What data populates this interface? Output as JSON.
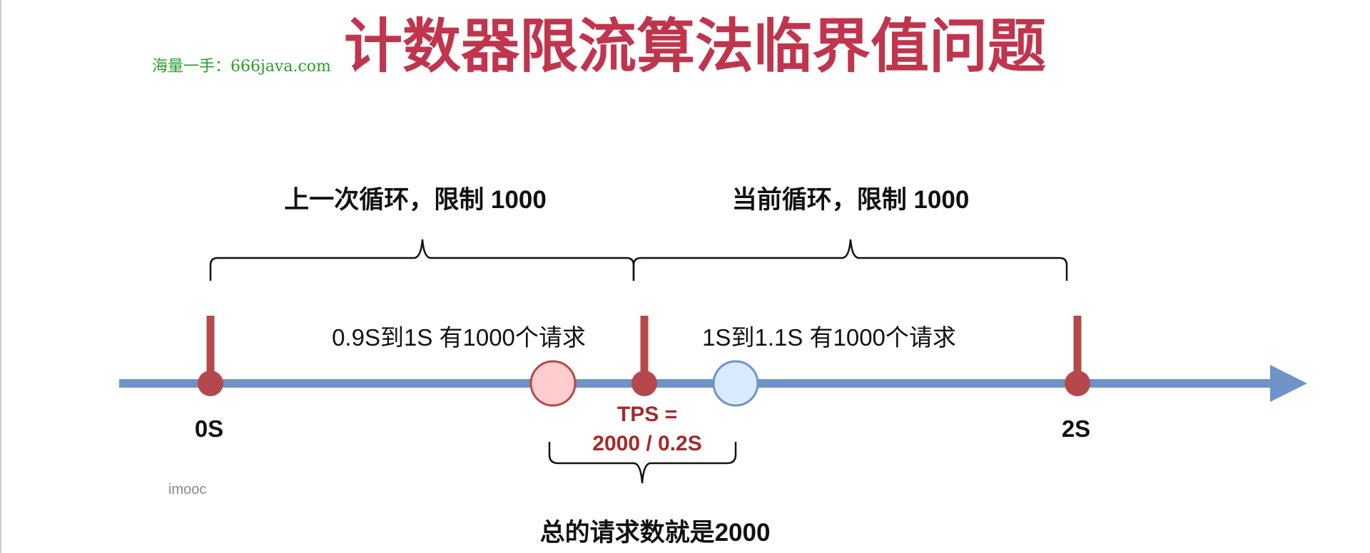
{
  "title": "计数器限流算法临界值问题",
  "watermark": "海量一手：666java.com",
  "credit": "imooc",
  "labels": {
    "prev_cycle": "上一次循环，限制 1000",
    "curr_cycle": "当前循环，限制 1000",
    "interval_before": "0.9S到1S 有1000个请求",
    "interval_after": "1S到1.1S 有1000个请求",
    "tick_start": "0S",
    "tick_end": "2S",
    "tps_line1": "TPS =",
    "tps_line2": "2000 / 0.2S",
    "total": "总的请求数就是2000"
  },
  "colors": {
    "title": "#c0354d",
    "watermark": "#2a9d2a",
    "axis": "#6f93c6",
    "tick": "#b5484a",
    "tps_text": "#a52a2a",
    "circle_red_fill": "#ffcdcd",
    "circle_red_stroke": "#b5484a",
    "circle_blue_fill": "#d8eafb",
    "circle_blue_stroke": "#6f93c6",
    "brace": "#111111",
    "credit": "#888888"
  }
}
